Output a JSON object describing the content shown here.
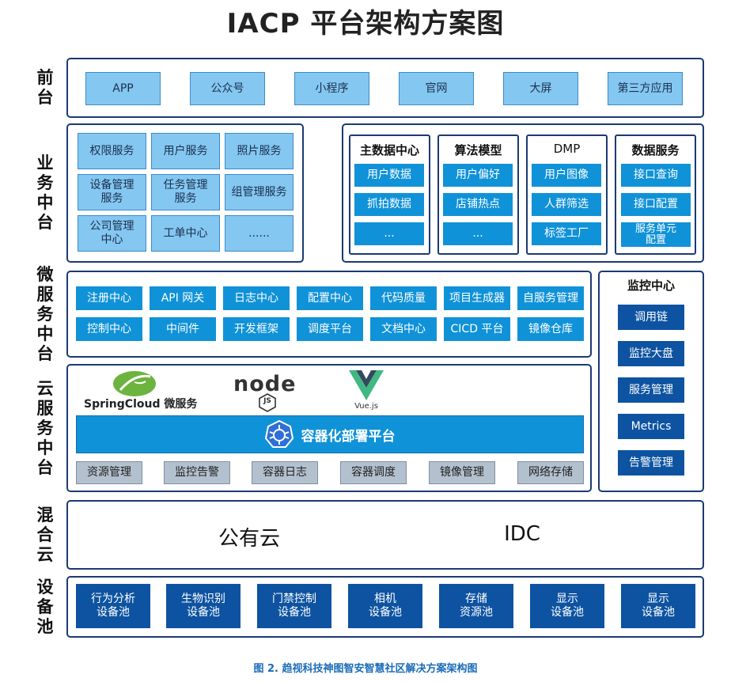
{
  "title": "IACP 平台架构方案图",
  "row_labels": {
    "front": [
      "前",
      "台"
    ],
    "business": [
      "业",
      "务",
      "中",
      "台"
    ],
    "micro": [
      "微",
      "服",
      "务",
      "中",
      "台"
    ],
    "cloud": [
      "云",
      "服",
      "务",
      "中",
      "台"
    ],
    "hybrid": [
      "混",
      "合",
      "云"
    ],
    "device": [
      "设",
      "备",
      "池"
    ]
  },
  "front": [
    "APP",
    "公众号",
    "小程序",
    "官网",
    "大屏",
    "第三方应用"
  ],
  "business_services": [
    "权限服务",
    "用户服务",
    "照片服务",
    "设备管理\n服务",
    "任务管理\n服务",
    "组管理服务",
    "公司管理\n中心",
    "工单中心",
    "......"
  ],
  "data_groups": [
    {
      "title": "主数据中心",
      "items": [
        "用户数据",
        "抓拍数据",
        "..."
      ]
    },
    {
      "title": "算法模型",
      "items": [
        "用户偏好",
        "店铺热点",
        "..."
      ]
    },
    {
      "title": "DMP",
      "items": [
        "用户图像",
        "人群筛选",
        "标签工厂"
      ]
    },
    {
      "title": "数据服务",
      "items": [
        "接口查询",
        "接口配置",
        "服务单元\n配置"
      ]
    }
  ],
  "micro_row1": [
    "注册中心",
    "API 网关",
    "日志中心",
    "配置中心",
    "代码质量",
    "项目生成器",
    "自服务管理"
  ],
  "micro_row2": [
    "控制中心",
    "中间件",
    "开发框架",
    "调度平台",
    "文档中心",
    "CICD 平台",
    "镜像仓库"
  ],
  "monitor": {
    "title": "监控中心",
    "items": [
      "调用链",
      "监控大盘",
      "服务管理",
      "Metrics",
      "告警管理"
    ]
  },
  "cloud": {
    "logos": {
      "spring": "SpringCloud 微服务",
      "node": "node",
      "node_js": "JS",
      "vue": "Vue.js"
    },
    "platform": "容器化部署平台",
    "items": [
      "资源管理",
      "监控告警",
      "容器日志",
      "容器调度",
      "镜像管理",
      "网络存储"
    ]
  },
  "hybrid": {
    "public": "公有云",
    "idc": "IDC"
  },
  "devices": [
    "行为分析\n设备池",
    "生物识别\n设备池",
    "门禁控制\n设备池",
    "相机\n设备池",
    "存储\n资源池",
    "显示\n设备池",
    "显示\n设备池"
  ],
  "caption": "图 2. 趋视科技神图智安智慧社区解决方案架构图",
  "colors": {
    "frame": "#1b3a73",
    "light_blue": "#84c7f0",
    "mid_blue": "#1092d8",
    "dark_blue": "#0d53a1",
    "gray": "#b3c1cf",
    "caption": "#1a6bb8"
  }
}
